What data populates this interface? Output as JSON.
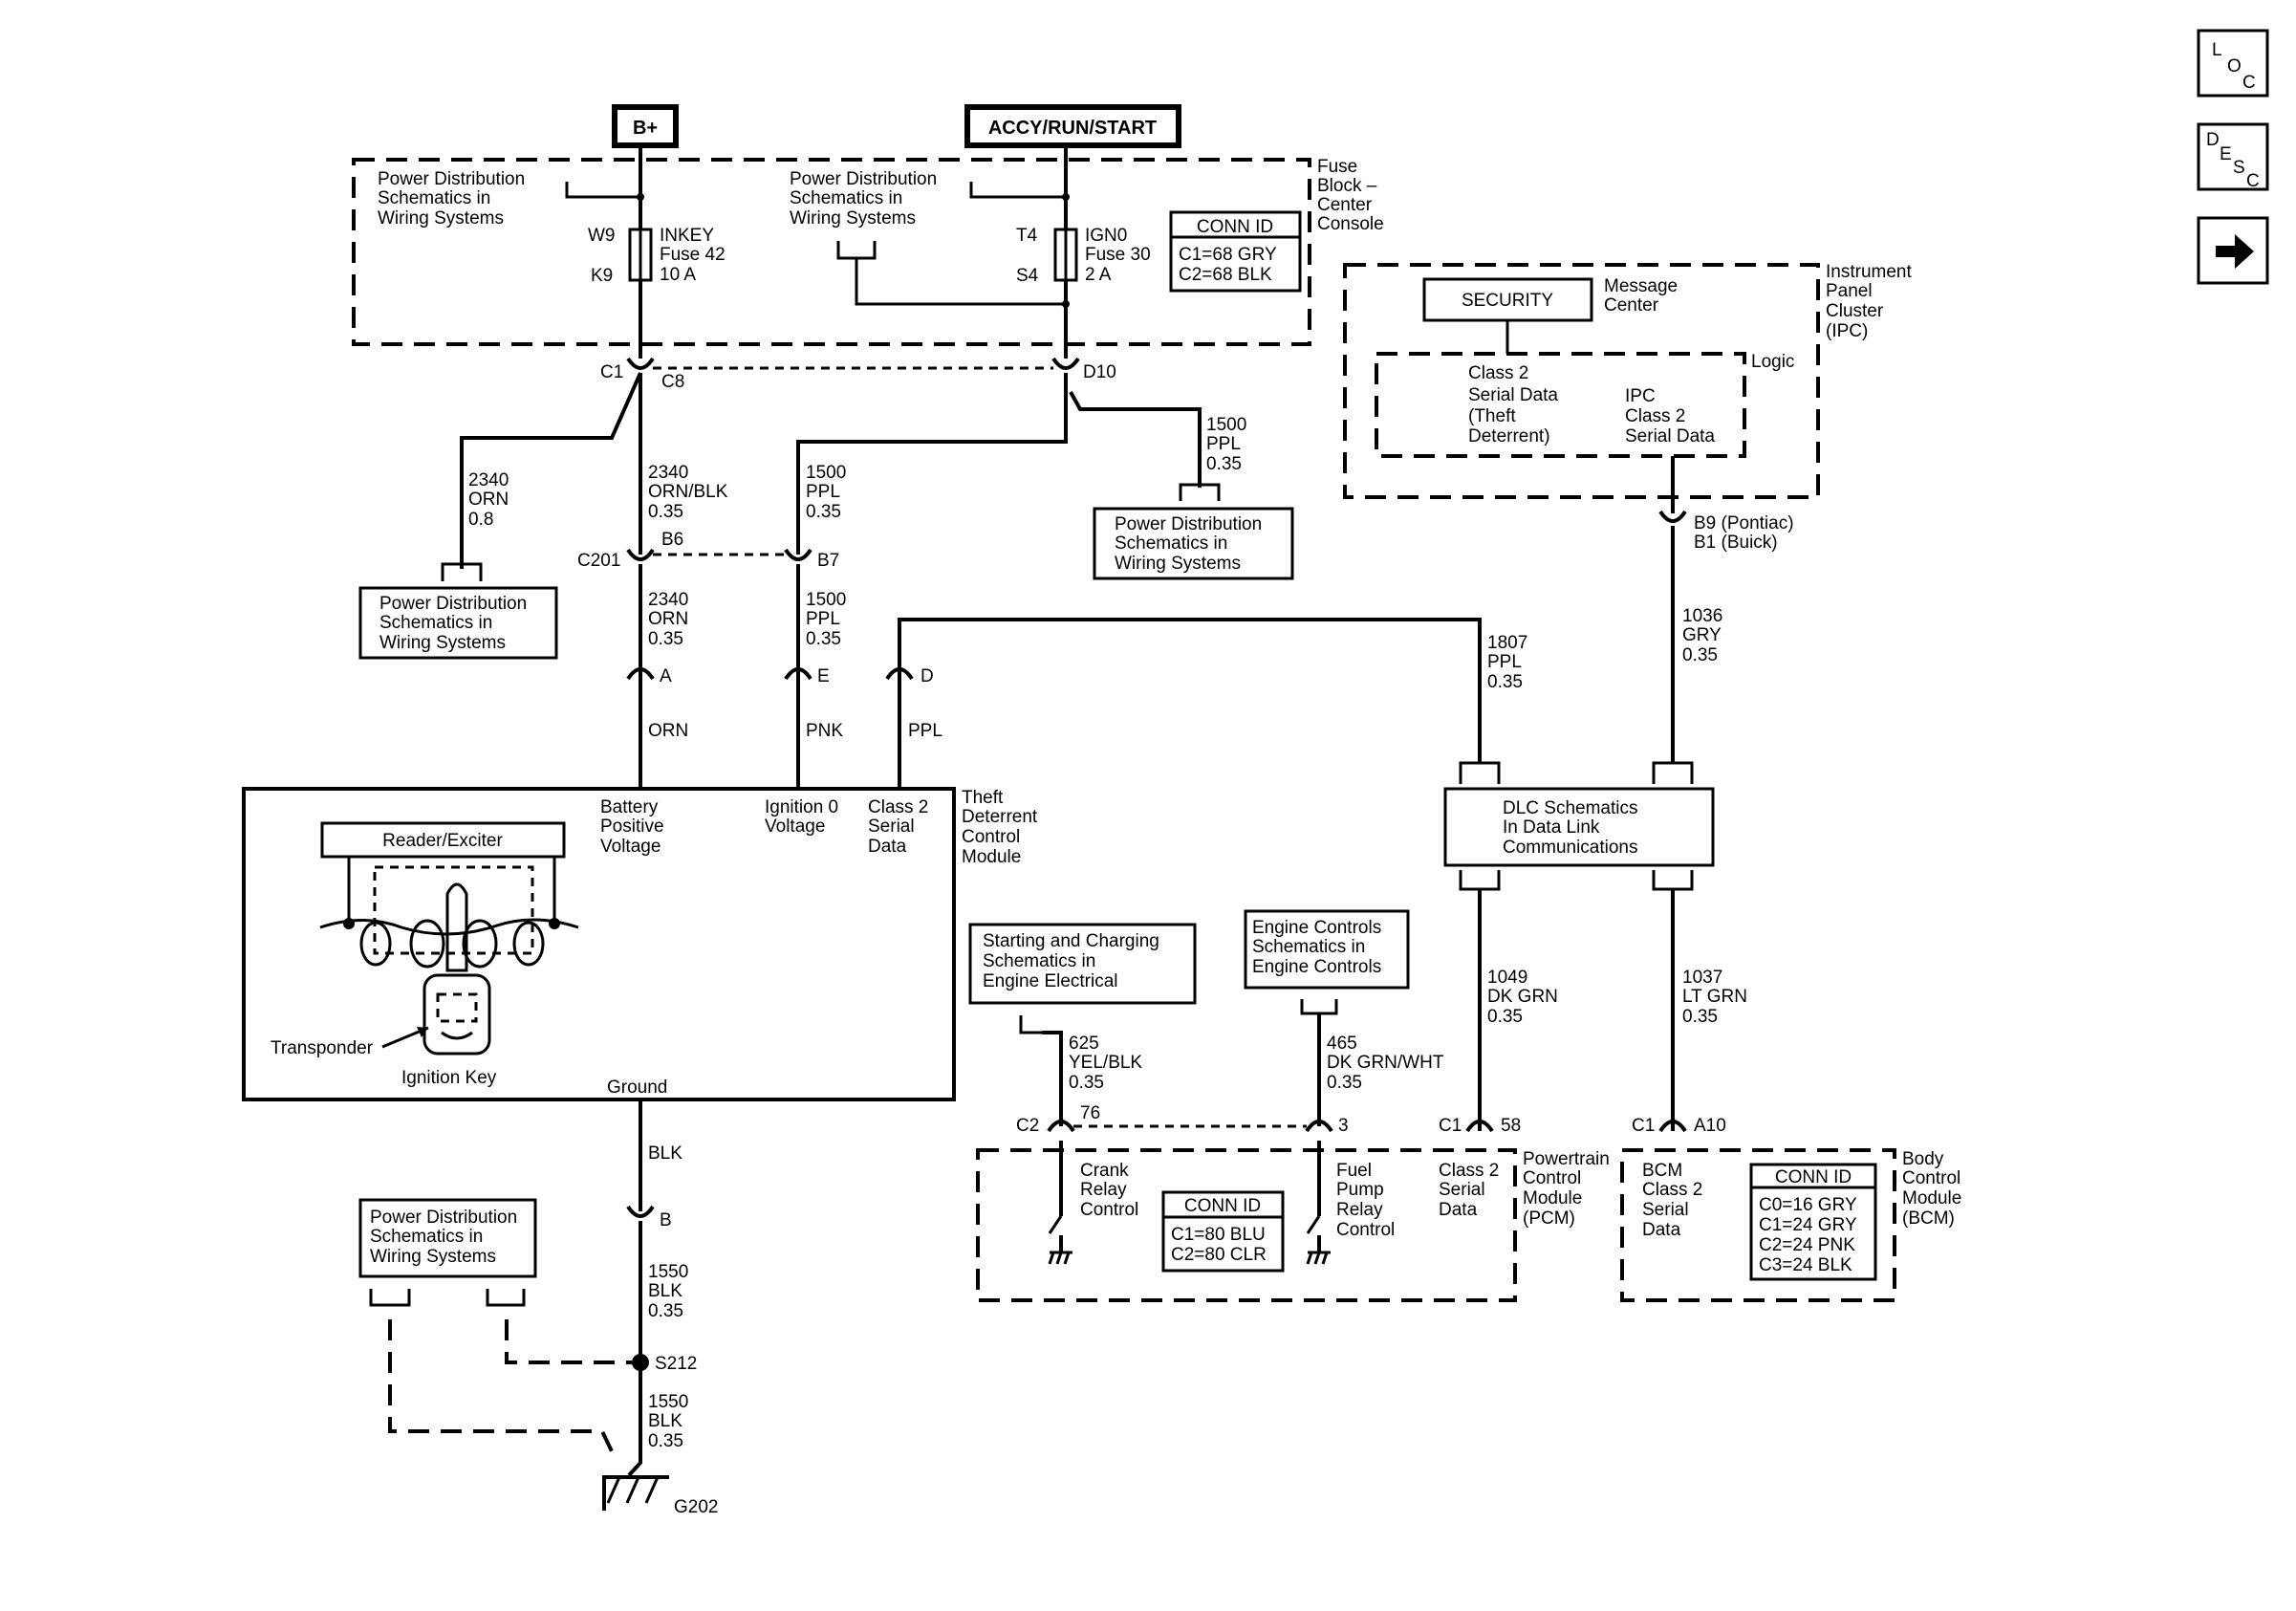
{
  "nav": {
    "loc": [
      "L",
      "O",
      "C"
    ],
    "desc": [
      "D",
      "E",
      "S",
      "C"
    ]
  },
  "power": {
    "bplus": "B+",
    "accy": "ACCY/RUN/START"
  },
  "fuse_block": {
    "label": [
      "Fuse",
      "Block –",
      "Center",
      "Console"
    ],
    "pds_left": [
      "Power Distribution",
      "Schematics in",
      "Wiring  Systems"
    ],
    "pds_right": [
      "Power Distribution",
      "Schematics in",
      "Wiring  Systems"
    ],
    "w9": "W9",
    "k9": "K9",
    "t4": "T4",
    "s4": "S4",
    "fuse42": [
      "INKEY",
      "Fuse 42",
      "10 A"
    ],
    "fuse30": [
      "IGN0",
      "Fuse 30",
      "2 A"
    ],
    "conn_title": "CONN ID",
    "conn_lines": [
      "C1=68 GRY",
      "C2=68 BLK"
    ]
  },
  "connectors": {
    "c1": "C1",
    "c8": "C8",
    "d10": "D10",
    "c201": "C201",
    "b6": "B6",
    "b7": "B7",
    "a": "A",
    "e": "E",
    "d": "D",
    "b": "B",
    "s212": "S212",
    "g202": "G202",
    "c2": "C2",
    "n76": "76",
    "n3": "3",
    "pcm_c1": "C1",
    "n58": "58",
    "bcm_c1": "C1",
    "a10": "A10",
    "b9": "B9 (Pontiac)",
    "b1": "B1 (Buick)"
  },
  "wires": {
    "w2340orn": [
      "2340",
      "ORN",
      "0.8"
    ],
    "w2340ornblk": [
      "2340",
      "ORN/BLK",
      "0.35"
    ],
    "w1500ppl_a": [
      "1500",
      "PPL",
      "0.35"
    ],
    "w1500ppl_b": [
      "1500",
      "PPL",
      "0.35"
    ],
    "w2340orn2": [
      "2340",
      "ORN",
      "0.35"
    ],
    "w1500ppl_c": [
      "1500",
      "PPL",
      "0.35"
    ],
    "orn": "ORN",
    "pnk": "PNK",
    "ppl": "PPL",
    "w1807": [
      "1807",
      "PPL",
      "0.35"
    ],
    "w1036": [
      "1036",
      "GRY",
      "0.35"
    ],
    "w1049": [
      "1049",
      "DK GRN",
      "0.35"
    ],
    "w1037": [
      "1037",
      "LT GRN",
      "0.35"
    ],
    "w625": [
      "625",
      "YEL/BLK",
      "0.35"
    ],
    "w465": [
      "465",
      "DK GRN/WHT",
      "0.35"
    ],
    "blk": "BLK",
    "w1550a": [
      "1550",
      "BLK",
      "0.35"
    ],
    "w1550b": [
      "1550",
      "BLK",
      "0.35"
    ]
  },
  "pds_boxes": {
    "left": [
      "Power Distribution",
      "Schematics in",
      "Wiring  Systems"
    ],
    "mid": [
      "Power Distribution",
      "Schematics in",
      "Wiring  Systems"
    ],
    "bottom": [
      "Power Distribution",
      "Schematics in",
      "Wiring  Systems"
    ]
  },
  "ipc": {
    "label": [
      "Instrument",
      "Panel",
      "Cluster",
      "(IPC)"
    ],
    "msg_center": [
      "Message",
      "Center"
    ],
    "security": "SECURITY",
    "logic": "Logic",
    "class2": [
      "Class 2",
      "Serial Data",
      "(Theft",
      "Deterrent)"
    ],
    "ipc_class2": [
      "IPC",
      "Class 2",
      "Serial Data"
    ]
  },
  "tdcm": {
    "label": [
      "Theft",
      "Deterrent",
      "Control",
      "Module"
    ],
    "bpv": [
      "Battery",
      "Positive",
      "Voltage"
    ],
    "ign": [
      "Ignition 0",
      "Voltage"
    ],
    "c2sd": [
      "Class 2",
      "Serial",
      "Data"
    ],
    "reader": "Reader/Exciter",
    "transponder": "Transponder",
    "key": "Ignition Key",
    "ground": "Ground"
  },
  "dlc": [
    "DLC Schematics",
    "In Data Link",
    "Communications"
  ],
  "starting": [
    "Starting and Charging",
    "Schematics in",
    "Engine Electrical"
  ],
  "engine": [
    "Engine Controls",
    "Schematics in",
    "Engine Controls"
  ],
  "pcm": {
    "label": [
      "Powertrain",
      "Control",
      "Module",
      "(PCM)"
    ],
    "crank": [
      "Crank",
      "Relay",
      "Control"
    ],
    "fuel": [
      "Fuel",
      "Pump",
      "Relay",
      "Control"
    ],
    "c2sd": [
      "Class 2",
      "Serial",
      "Data"
    ],
    "conn_title": "CONN ID",
    "conn_lines": [
      "C1=80 BLU",
      "C2=80 CLR"
    ]
  },
  "bcm": {
    "label": [
      "Body",
      "Control",
      "Module",
      "(BCM)"
    ],
    "c2sd": [
      "BCM",
      "Class 2",
      "Serial",
      "Data"
    ],
    "conn_title": "CONN ID",
    "conn_lines": [
      "C0=16 GRY",
      "C1=24 GRY",
      "C2=24 PNK",
      "C3=24 BLK"
    ]
  }
}
